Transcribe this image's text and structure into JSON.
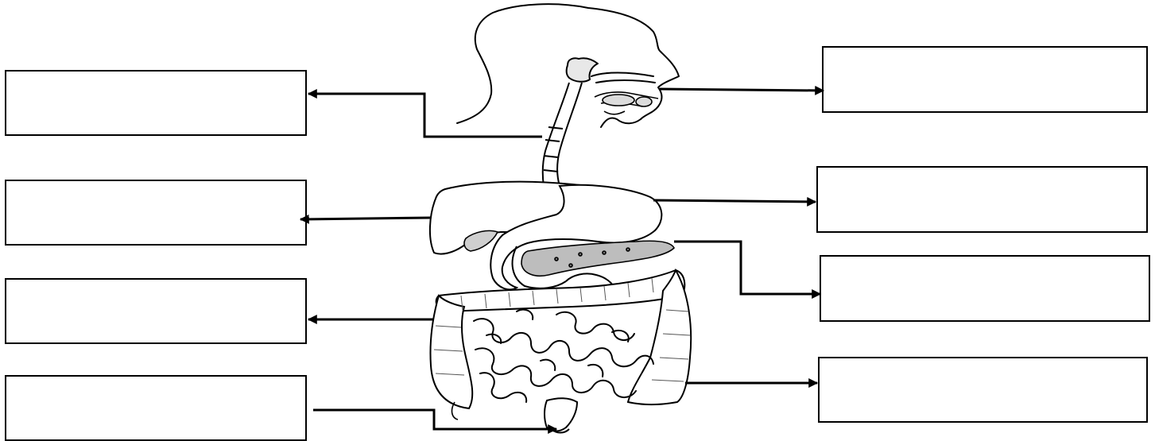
{
  "diagram": {
    "subject": "human-digestive-system",
    "style": "black-line-drawing-on-white",
    "line_color": "#000000",
    "background_color": "#ffffff",
    "label_boxes": [
      {
        "id": "left-1",
        "side": "left",
        "text": ""
      },
      {
        "id": "left-2",
        "side": "left",
        "text": ""
      },
      {
        "id": "left-3",
        "side": "left",
        "text": ""
      },
      {
        "id": "left-4",
        "side": "left",
        "text": ""
      },
      {
        "id": "right-1",
        "side": "right",
        "text": ""
      },
      {
        "id": "right-2",
        "side": "right",
        "text": ""
      },
      {
        "id": "right-3",
        "side": "right",
        "text": ""
      },
      {
        "id": "right-4",
        "side": "right",
        "text": ""
      }
    ],
    "pointers": [
      {
        "from": "oral-cavity",
        "to": "right-1"
      },
      {
        "from": "esophagus",
        "to": "left-1"
      },
      {
        "from": "liver",
        "to": "left-2"
      },
      {
        "from": "stomach",
        "to": "right-2"
      },
      {
        "from": "pancreas",
        "to": "right-3"
      },
      {
        "from": "large-intestine",
        "to": "left-3"
      },
      {
        "from": "colon",
        "to": "right-4"
      },
      {
        "from": "left-4",
        "to": "rectum"
      }
    ]
  }
}
